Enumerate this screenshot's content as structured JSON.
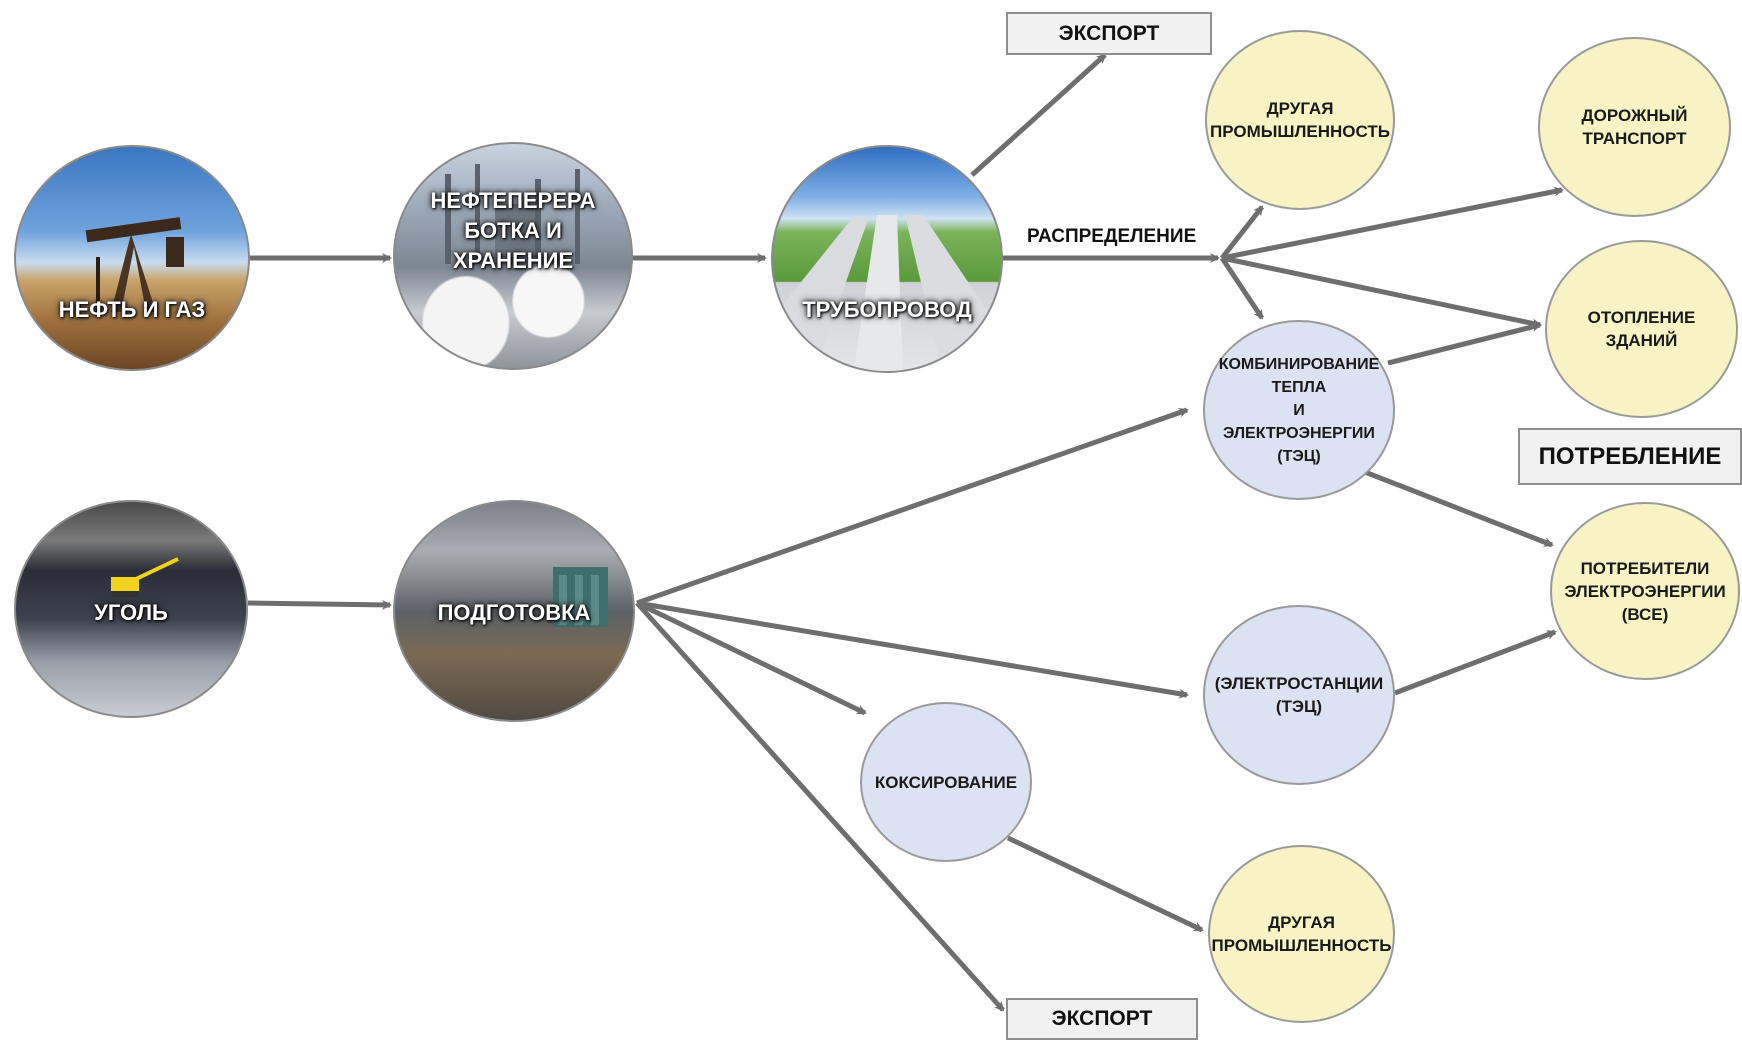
{
  "colors": {
    "arrow": "#6e6e6e",
    "consumer_fill": "#f7f3c4",
    "conversion_fill": "#dbe3f3",
    "box_fill": "#f1f1f1",
    "outline": "#9a9a9a"
  },
  "nodes": {
    "oil_gas": {
      "label": "НЕФТЬ И ГАЗ"
    },
    "refining": {
      "label": "НЕФТЕПЕРЕРА\nБОТКА И\nХРАНЕНИЕ"
    },
    "pipeline": {
      "label": "ТРУБОПРОВОД"
    },
    "coal": {
      "label": "УГОЛЬ"
    },
    "preparation": {
      "label": "ПОДГОТОВКА"
    },
    "other_industry_top": {
      "label": "ДРУГАЯ\nПРОМЫШЛЕННОСТЬ"
    },
    "road_transport": {
      "label": "ДОРОЖНЫЙ\nТРАНСПОРТ"
    },
    "building_heating": {
      "label": "ОТОПЛЕНИЕ\nЗДАНИЙ"
    },
    "chp": {
      "label": "КОМБИНИРОВАНИЕ\nТЕПЛА\nИ\nЭЛЕКТРОЭНЕРГИИ\n(ТЭЦ)"
    },
    "power_stations": {
      "label": "(ЭЛЕКТРОСТАНЦИИ\n(ТЭЦ)"
    },
    "electricity_consumers": {
      "label": "ПОТРЕБИТЕЛИ\nЭЛЕКТРОЭНЕРГИИ\n(ВСЕ)"
    },
    "coking": {
      "label": "КОКСИРОВАНИЕ"
    },
    "other_industry_bottom": {
      "label": "ДРУГАЯ\nПРОМЫШЛЕННОСТЬ"
    }
  },
  "boxes": {
    "export_top": "ЭКСПОРТ",
    "export_bottom": "ЭКСПОРТ",
    "consumption": "ПОТРЕБЛЕНИЕ"
  },
  "edge_labels": {
    "distribution": "РАСПРЕДЕЛЕНИЕ"
  },
  "icons": {
    "oil_gas": "oil-pumpjack-photo",
    "refining": "refinery-photo",
    "pipeline": "pipeline-photo",
    "coal": "coal-mine-photo",
    "preparation": "coal-preparation-photo"
  }
}
